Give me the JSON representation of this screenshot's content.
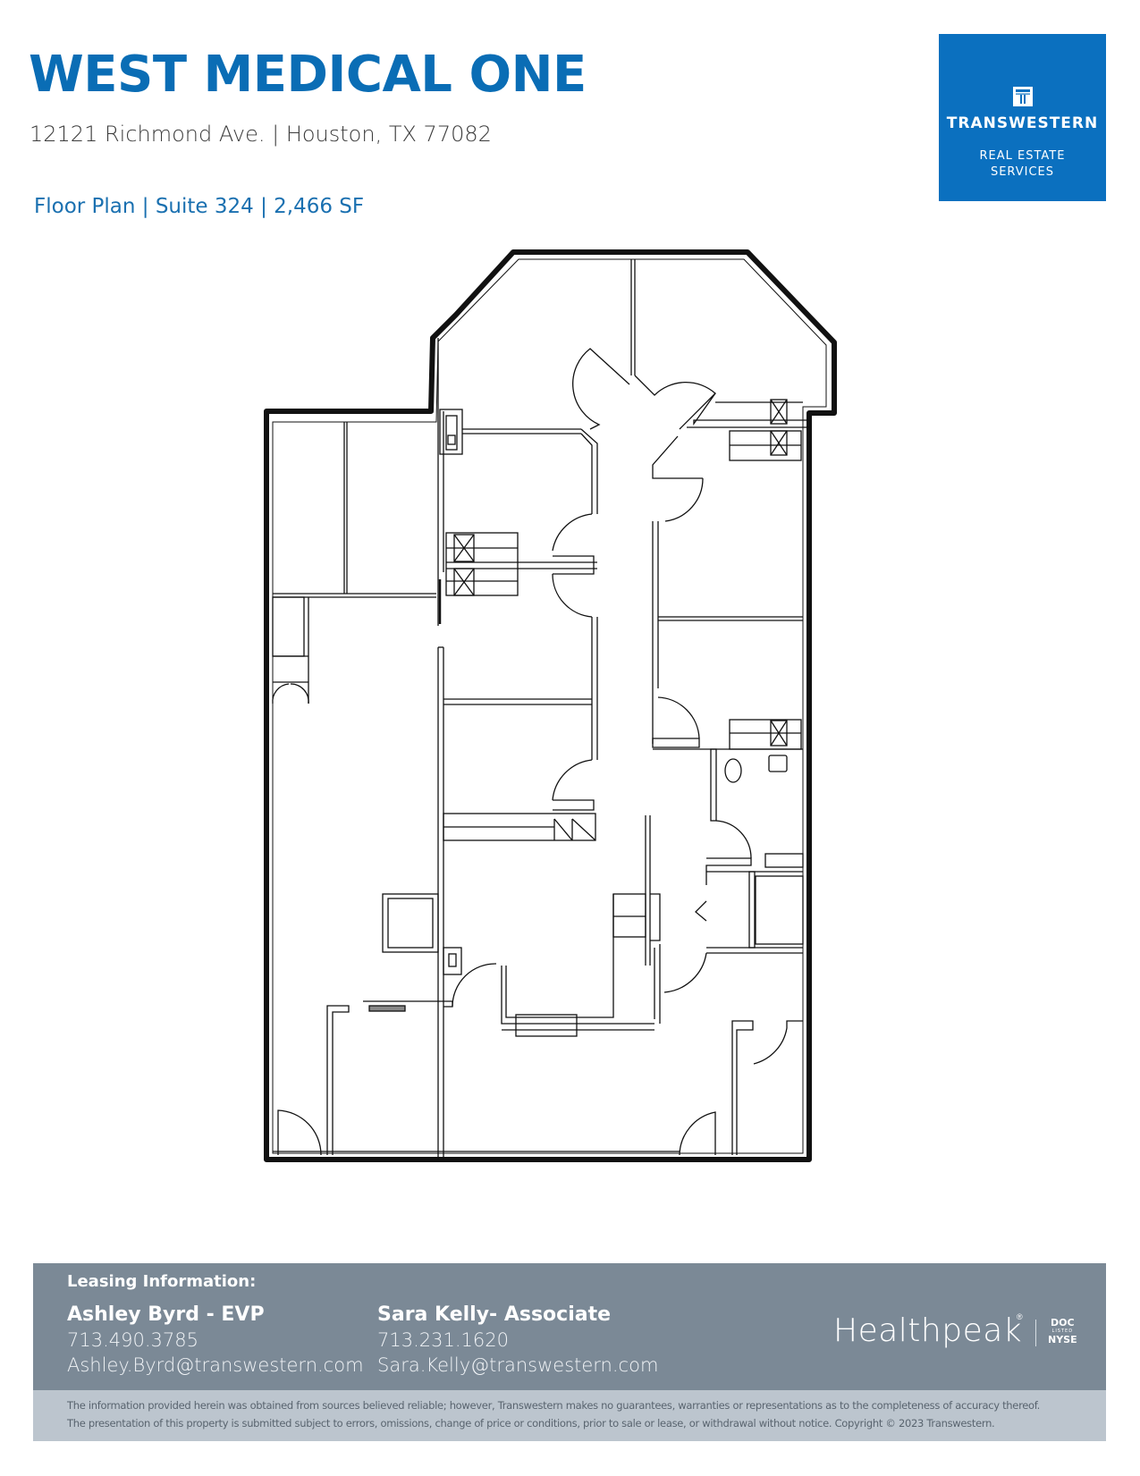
{
  "header": {
    "title": "WEST MEDICAL ONE",
    "address": "12121 Richmond Ave. | Houston, TX 77082",
    "subtitle": "Floor Plan | Suite 324 | 2,466 SF"
  },
  "logo": {
    "icon": "transwestern-t-icon",
    "name": "TRANSWESTERN",
    "tagline_line1": "REAL ESTATE",
    "tagline_line2": "SERVICES",
    "background_color": "#0b70bf"
  },
  "floor_plan": {
    "suite": "324",
    "area": "2,466 SF"
  },
  "leasing": {
    "label": "Leasing Information:",
    "contacts": [
      {
        "name": "Ashley Byrd - EVP",
        "phone": "713.490.3785",
        "email": "Ashley.Byrd@transwestern.com"
      },
      {
        "name": "Sara Kelly- Associate",
        "phone": "713.231.1620",
        "email": "Sara.Kelly@transwestern.com"
      }
    ],
    "background_color": "#7b8996"
  },
  "partner_logo": {
    "name": "Healthpeak",
    "registered": "®",
    "ticker": "DOC",
    "listed": "LISTED",
    "exchange": "NYSE"
  },
  "disclaimer": {
    "line1": "The information provided herein was obtained from sources believed reliable; however, Transwestern makes no guarantees, warranties or representations as to the completeness of accuracy thereof.",
    "line2": "The presentation of this property is submitted subject to errors, omissions, change of price or conditions, prior to sale or lease, or withdrawal without notice. Copyright © 2023 Transwestern.",
    "background_color": "#bcc5ce"
  },
  "colors": {
    "brand_blue": "#0a6db5",
    "text_dark": "#3c3c3c"
  }
}
